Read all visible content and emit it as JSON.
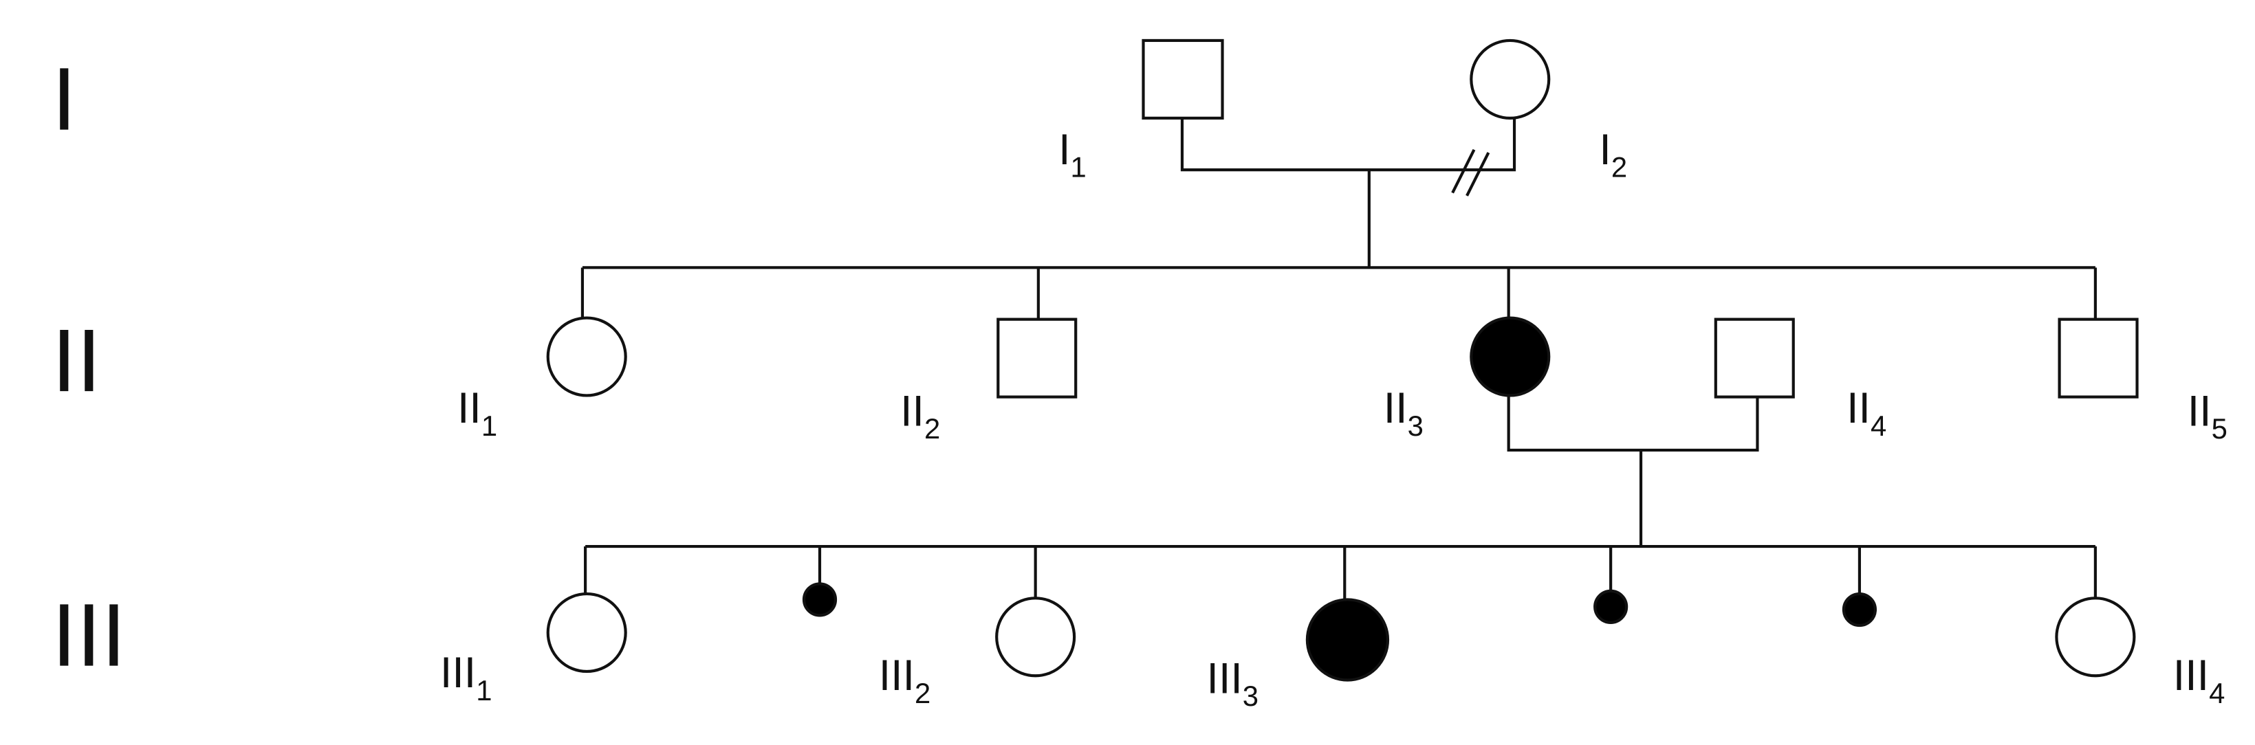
{
  "generations": [
    "I",
    "II",
    "III"
  ],
  "individuals": {
    "I1": {
      "base": "I",
      "sub": "1",
      "sex": "male",
      "affected": false
    },
    "I2": {
      "base": "I",
      "sub": "2",
      "sex": "female",
      "affected": false
    },
    "II1": {
      "base": "II",
      "sub": "1",
      "sex": "female",
      "affected": false
    },
    "II2": {
      "base": "II",
      "sub": "2",
      "sex": "male",
      "affected": false
    },
    "II3": {
      "base": "II",
      "sub": "3",
      "sex": "female",
      "affected": true
    },
    "II4": {
      "base": "II",
      "sub": "4",
      "sex": "male",
      "affected": false
    },
    "II5": {
      "base": "II",
      "sub": "5",
      "sex": "male",
      "affected": false
    },
    "III1": {
      "base": "III",
      "sub": "1",
      "sex": "female",
      "affected": false
    },
    "III2": {
      "base": "III",
      "sub": "2",
      "sex": "female",
      "affected": false
    },
    "III3": {
      "base": "III",
      "sub": "3",
      "sex": "female",
      "affected": true
    },
    "III4": {
      "base": "III",
      "sub": "4",
      "sex": "female",
      "affected": false
    }
  },
  "miscarriages_affected": 3,
  "colors": {
    "line": "#111111",
    "affected": "#000000",
    "unaffected": "#ffffff"
  }
}
